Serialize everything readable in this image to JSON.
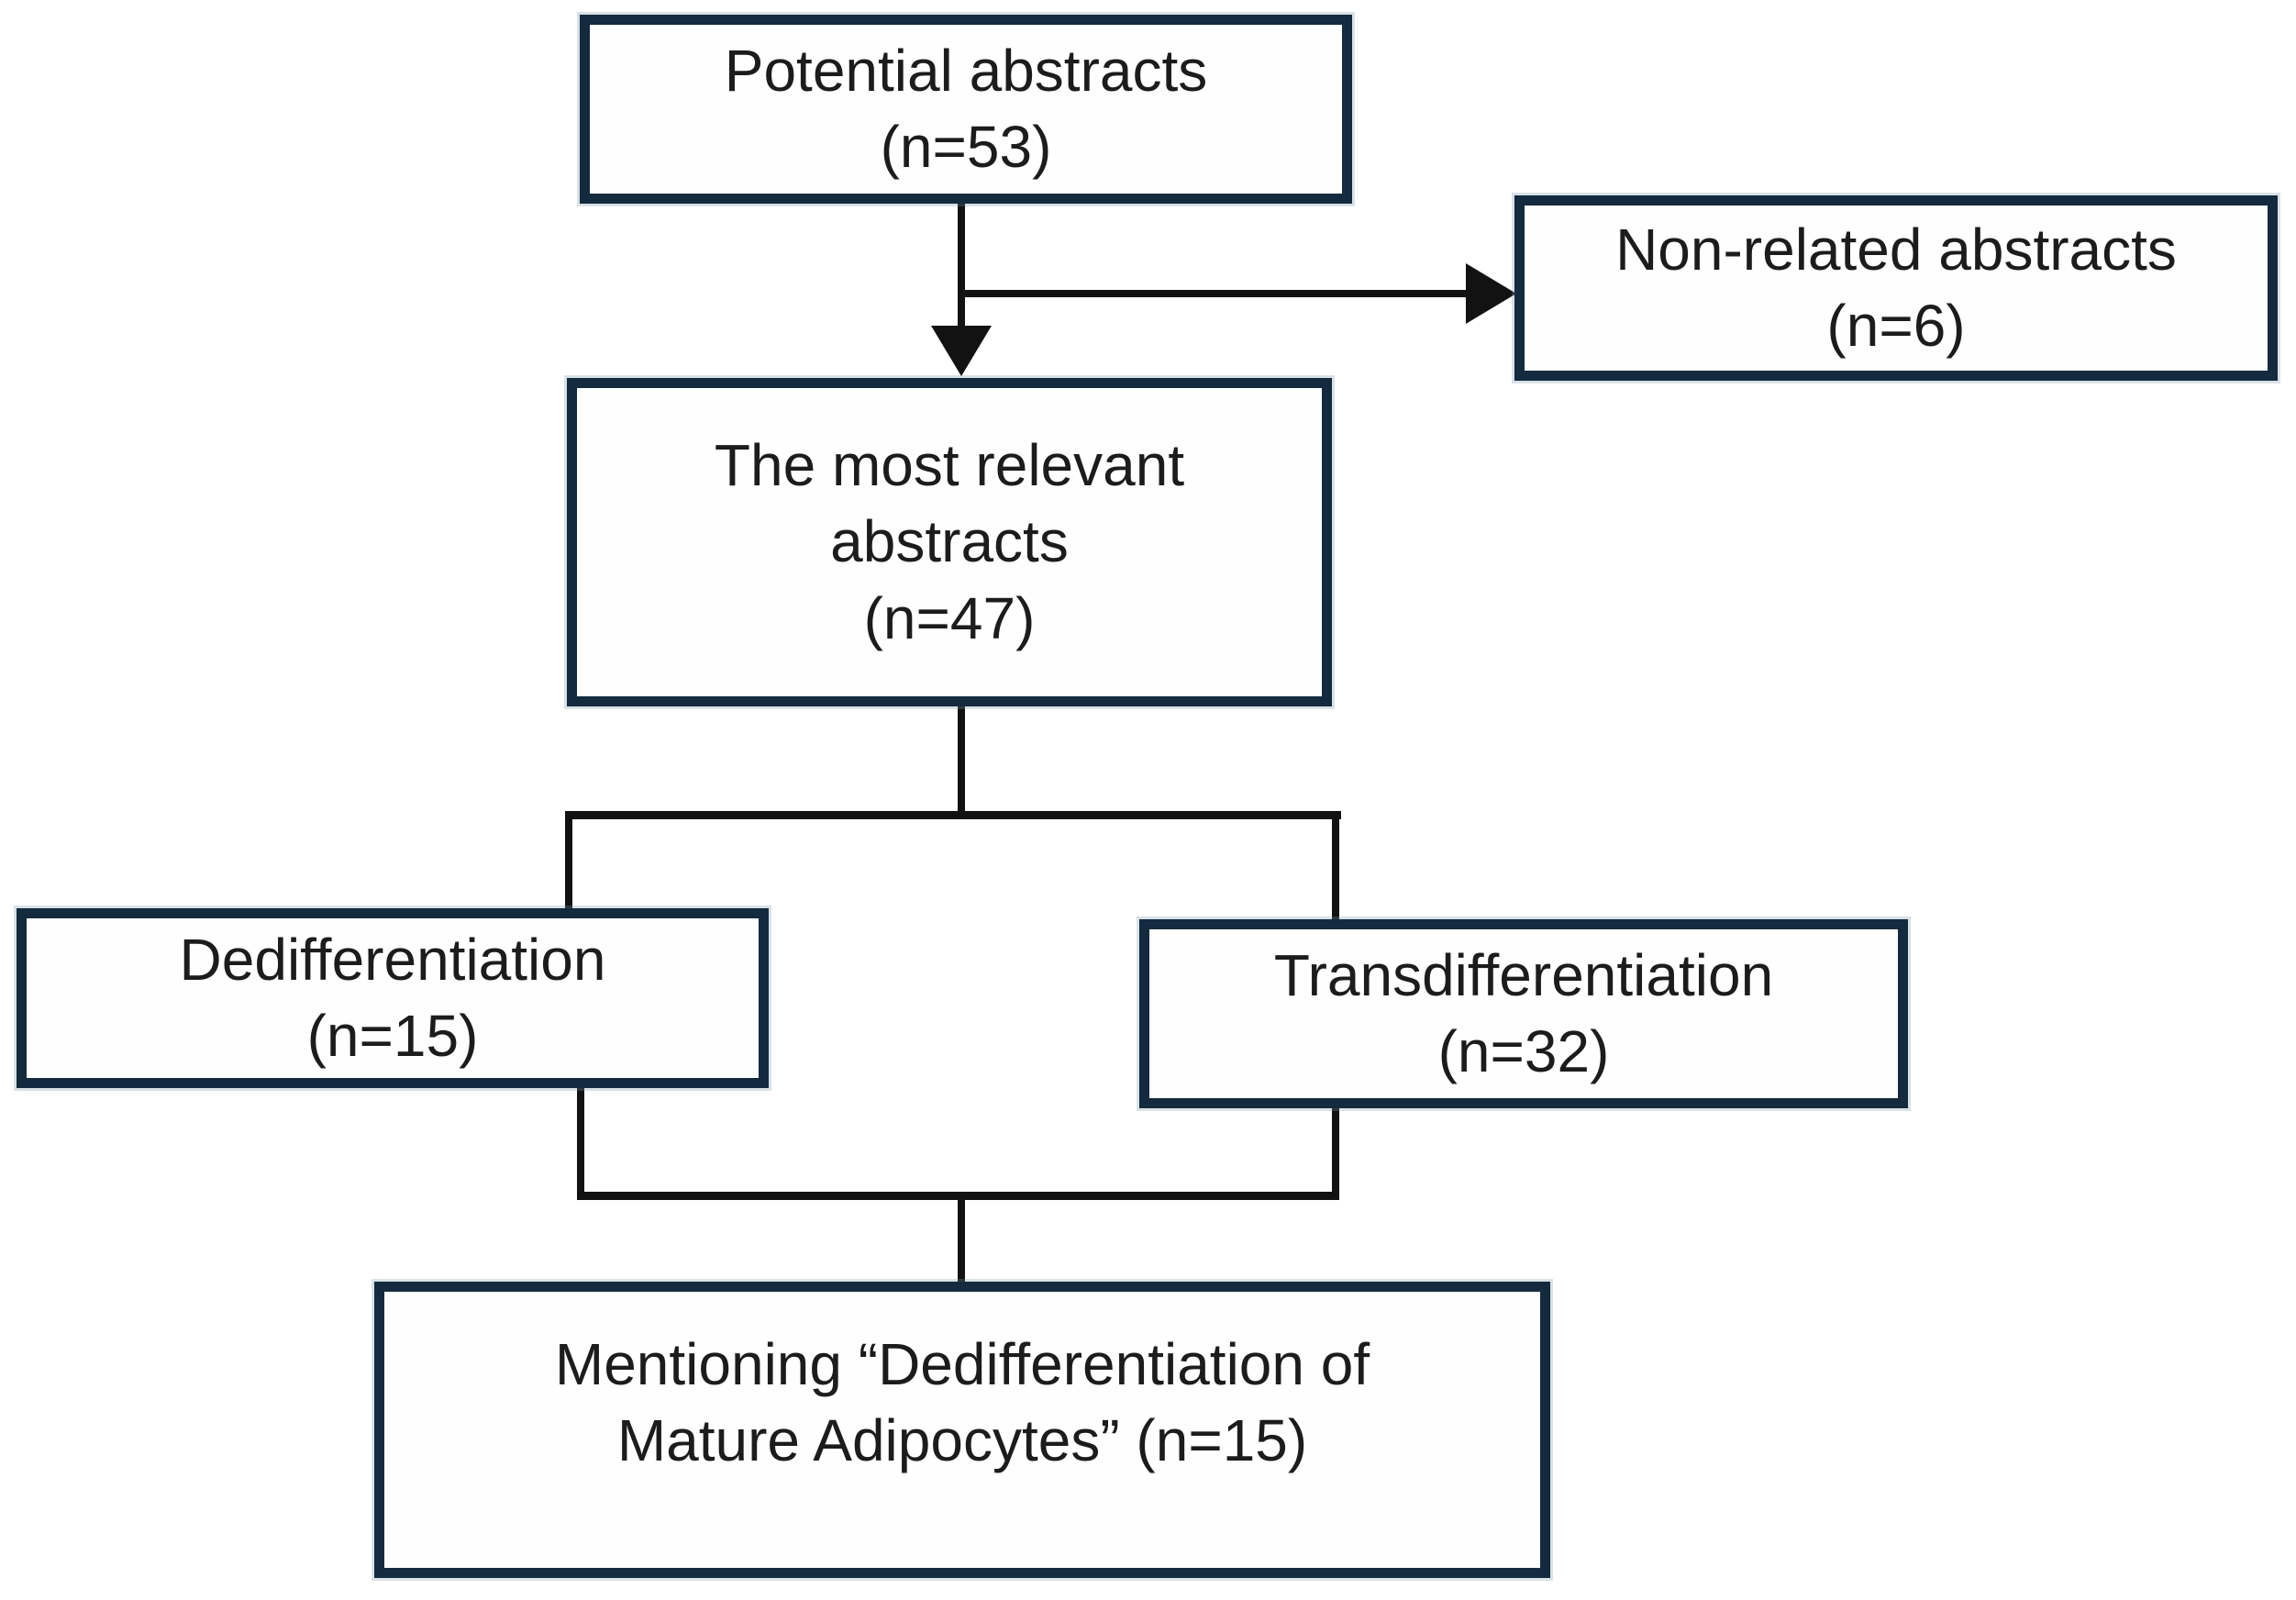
{
  "title": "Abstract screening flow diagram",
  "colors": {
    "background": "#ffffff",
    "box_border": "#142a3e",
    "connector": "#121212",
    "text": "#1c1c1c"
  },
  "boxes": {
    "potential": {
      "line1": "Potential abstracts",
      "line2": "(n=53)"
    },
    "nonrelated": {
      "line1": "Non-related abstracts",
      "line2": "(n=6)"
    },
    "relevant": {
      "line1": "The most relevant",
      "line2": "abstracts",
      "line3": "(n=47)"
    },
    "dediff": {
      "line1": "Dedifferentiation",
      "line2": "(n=15)"
    },
    "transdiff": {
      "line1": "Transdifferentiation",
      "line2": "(n=32)"
    },
    "mentioning": {
      "line1": "Mentioning “Dedifferentiation of",
      "line2": "Mature Adipocytes” (n=15)"
    }
  }
}
